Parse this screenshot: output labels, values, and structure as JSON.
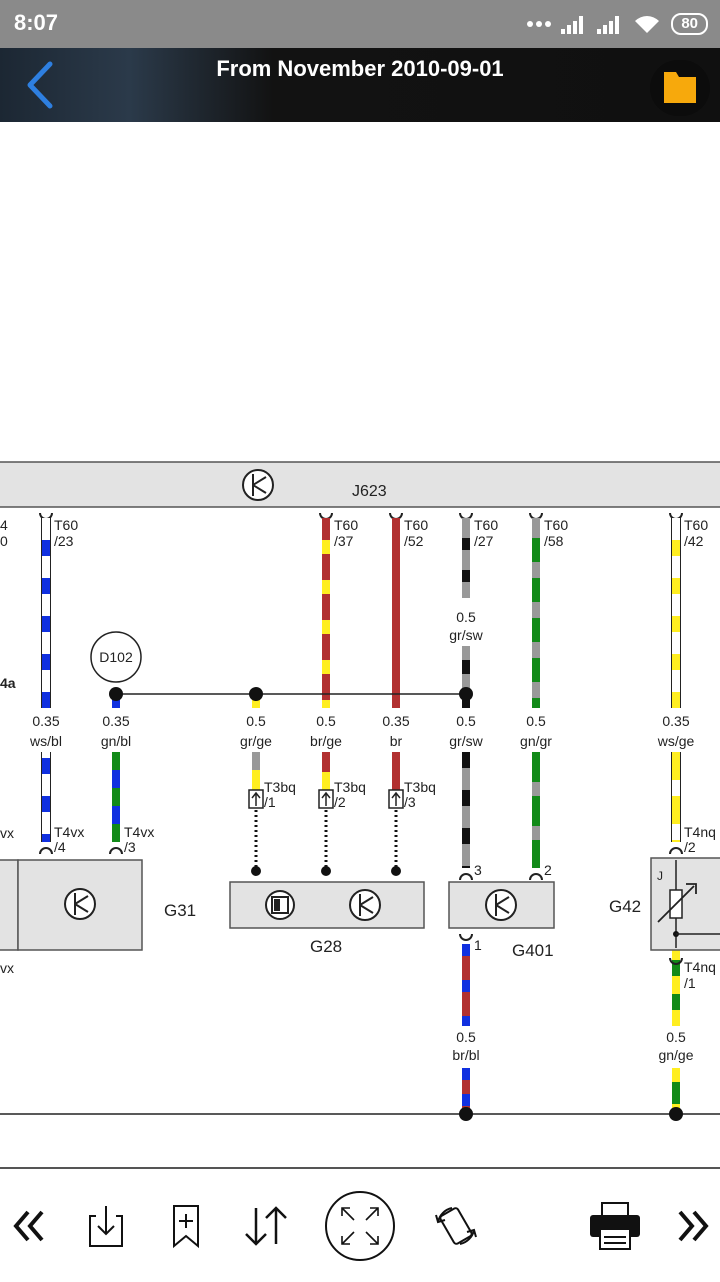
{
  "status": {
    "time": "8:07",
    "battery": "80",
    "icons": [
      "more-dots-icon",
      "signal-icon",
      "signal-icon",
      "wifi-icon",
      "battery-icon"
    ]
  },
  "header": {
    "title": "From November 2010-09-01",
    "back_icon": "back-chevron-icon",
    "folder_icon": "folder-icon",
    "accent": "#f7a90c"
  },
  "diagram": {
    "control_unit": "J623",
    "pins": [
      {
        "id": "p23",
        "conn": "T60",
        "pin": "/23"
      },
      {
        "id": "p37",
        "conn": "T60",
        "pin": "/37"
      },
      {
        "id": "p52",
        "conn": "T60",
        "pin": "/52"
      },
      {
        "id": "p27",
        "conn": "T60",
        "pin": "/27"
      },
      {
        "id": "p58",
        "conn": "T60",
        "pin": "/58"
      },
      {
        "id": "p42",
        "conn": "T60",
        "pin": "/42"
      }
    ],
    "left_cut": {
      "pin_a": "4",
      "pin_b": "0",
      "side_label": "4a",
      "vx1": "vx",
      "vx2": "vx"
    },
    "splice": "D102",
    "wire_labels": [
      {
        "id": "w_wsbl",
        "size": "0.35",
        "color": "ws/bl"
      },
      {
        "id": "w_gnbl",
        "size": "0.35",
        "color": "gn/bl"
      },
      {
        "id": "w_grge",
        "size": "0.5",
        "color": "gr/ge"
      },
      {
        "id": "w_brge",
        "size": "0.5",
        "color": "br/ge"
      },
      {
        "id": "w_br",
        "size": "0.35",
        "color": "br"
      },
      {
        "id": "w_grsw",
        "size": "0.5",
        "color": "gr/sw"
      },
      {
        "id": "w_gngr",
        "size": "0.5",
        "color": "gn/gr"
      },
      {
        "id": "w_wsge",
        "size": "0.35",
        "color": "ws/ge"
      },
      {
        "id": "w_grsw_top",
        "size": "0.5",
        "color": "gr/sw"
      },
      {
        "id": "w_brbl",
        "size": "0.5",
        "color": "br/bl"
      },
      {
        "id": "w_gnge",
        "size": "0.5",
        "color": "gn/ge"
      }
    ],
    "connectors": [
      {
        "id": "c_t4vx4",
        "conn": "T4vx",
        "pin": "/4"
      },
      {
        "id": "c_t4vx3",
        "conn": "T4vx",
        "pin": "/3"
      },
      {
        "id": "c_t3bq1",
        "conn": "T3bq",
        "pin": "/1"
      },
      {
        "id": "c_t3bq2",
        "conn": "T3bq",
        "pin": "/2"
      },
      {
        "id": "c_t3bq3",
        "conn": "T3bq",
        "pin": "/3"
      },
      {
        "id": "c_t4nq2",
        "conn": "T4nq",
        "pin": "/2"
      },
      {
        "id": "c_t4nq1",
        "conn": "T4nq",
        "pin": "/1"
      }
    ],
    "g401_pins": {
      "top_3": "3",
      "top_2": "2",
      "bottom_1": "1"
    },
    "components": {
      "g31": "G31",
      "g28": "G28",
      "g401": "G401",
      "g42": "G42",
      "j_label": "J"
    }
  },
  "toolbar": {
    "icons": [
      "prev-page-icon",
      "download-icon",
      "bookmark-add-icon",
      "sort-icon",
      "fit-screen-icon",
      "rotate-icon",
      "print-icon",
      "next-page-icon"
    ]
  }
}
